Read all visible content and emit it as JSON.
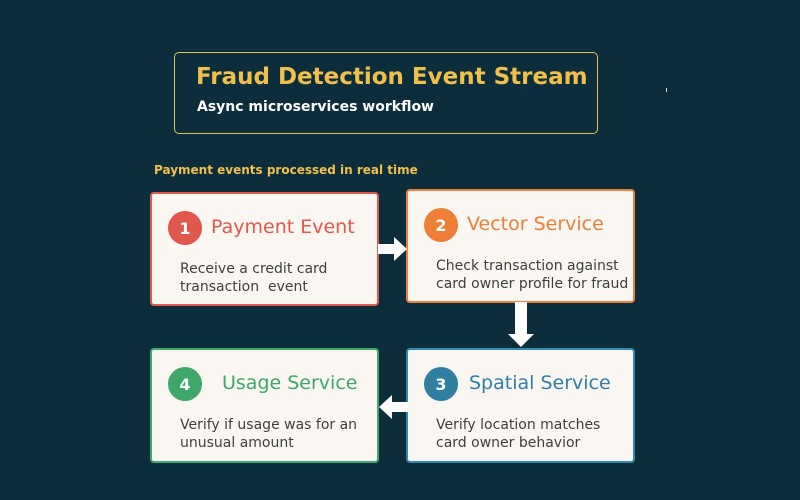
{
  "header": {
    "title": "Fraud Detection Event Stream",
    "subtitle": "Async microservices workflow"
  },
  "section_label": "Payment events processed in real time",
  "steps": [
    {
      "number": "1",
      "title": "Payment Event",
      "description_lines": [
        "Receive a credit card",
        "transaction  event"
      ],
      "color": "#e0574c"
    },
    {
      "number": "2",
      "title": "Vector Service",
      "description_lines": [
        "Check transaction against",
        "card owner profile for fraud"
      ],
      "color": "#ef7e36"
    },
    {
      "number": "3",
      "title": "Spatial Service",
      "description_lines": [
        "Verify location matches",
        "card owner behavior"
      ],
      "color": "#2f7fa3"
    },
    {
      "number": "4",
      "title": "Usage Service",
      "description_lines": [
        "Verify if usage was for an",
        "unusual amount"
      ],
      "color": "#3da86a"
    }
  ],
  "flow": [
    {
      "from": "1",
      "to": "2",
      "direction": "right"
    },
    {
      "from": "2",
      "to": "3",
      "direction": "down"
    },
    {
      "from": "3",
      "to": "4",
      "direction": "left"
    }
  ],
  "colors": {
    "background": "#0c2e3c",
    "accent": "#f2c04a",
    "card_background": "#faf6f1"
  }
}
